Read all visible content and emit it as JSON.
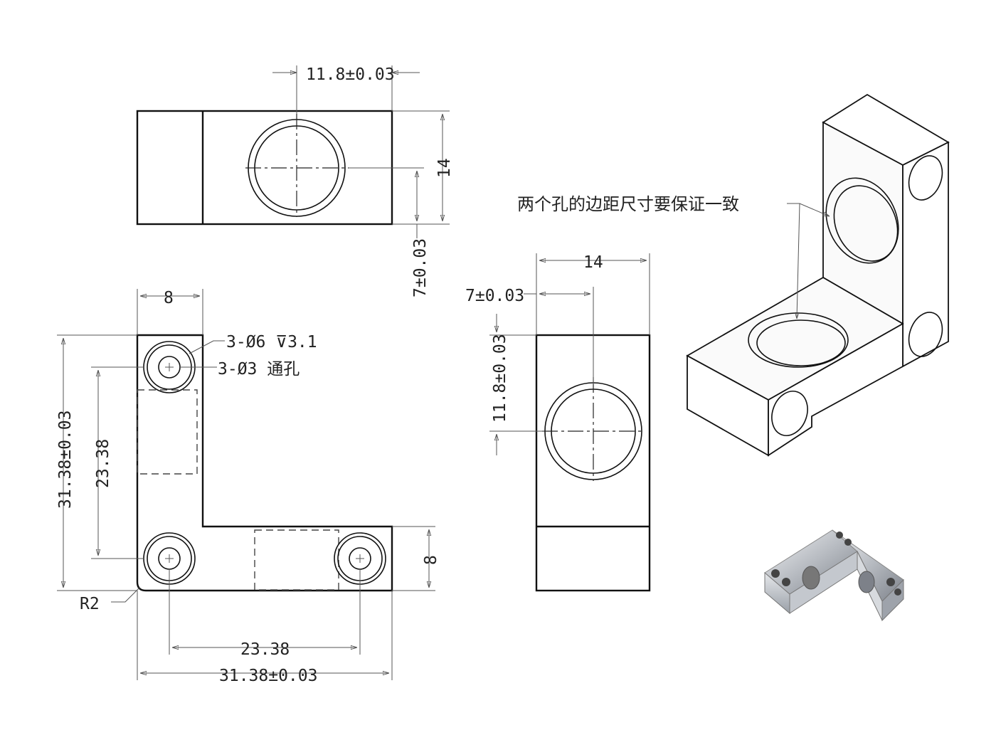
{
  "top_view": {
    "dim_hole_position": "11.8±0.03",
    "dim_height": "14",
    "dim_hole_offset": "7±0.03"
  },
  "plan_view": {
    "dim_leg_width_top": "8",
    "callout_counterbore": "3-Ø6  ⊽3.1",
    "callout_through": "3-Ø3  通孔",
    "dim_overall_vertical": "31.38±0.03",
    "dim_hole_spacing_vertical": "23.38",
    "dim_leg_width_right": "8",
    "dim_radius": "R2",
    "dim_hole_spacing_horizontal": "23.38",
    "dim_overall_horizontal": "31.38±0.03"
  },
  "side_view": {
    "dim_width": "14",
    "dim_hole_offset": "7±0.03",
    "dim_hole_height": "11.8±0.03"
  },
  "iso_view": {
    "note": "两个孔的边距尺寸要保证一致"
  }
}
